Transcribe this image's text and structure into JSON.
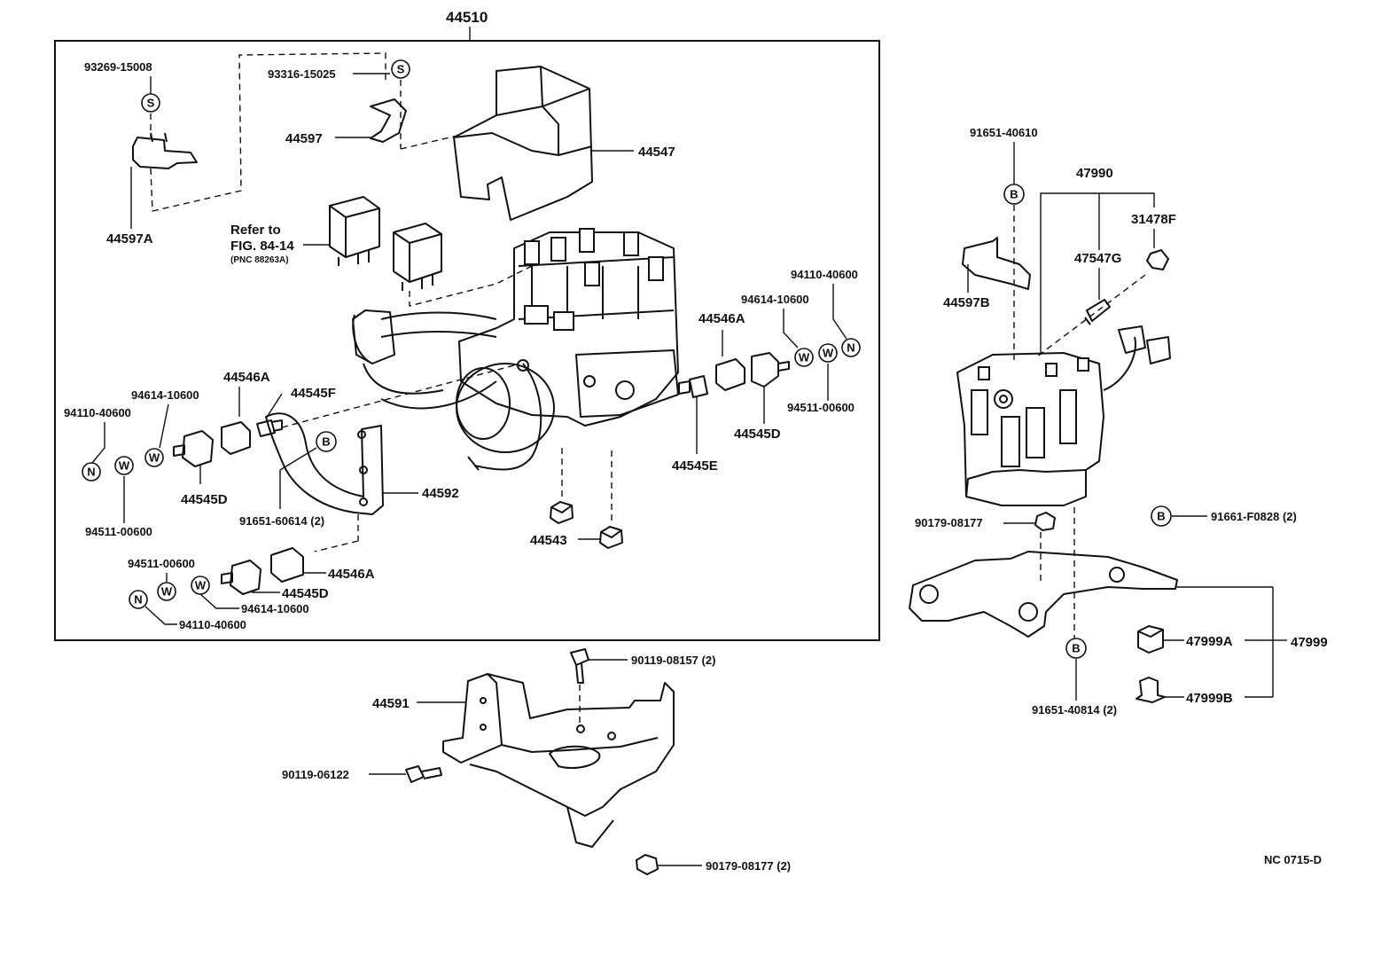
{
  "labels": {
    "assembly": "44510",
    "p93269": "93269-15008",
    "p93316": "93316-15025",
    "p44597": "44597",
    "p44597A": "44597A",
    "p44547": "44547",
    "refer1": "Refer to",
    "refer2": "FIG. 84-14",
    "refer3": "(PNC 88263A)",
    "p94110_r": "94110-40600",
    "p94614_r": "94614-10600",
    "p44546A_r": "44546A",
    "p94511_r": "94511-00600",
    "p44545D_r": "44545D",
    "p44545E": "44545E",
    "p44546A_l": "44546A",
    "p44545F": "44545F",
    "p94614_l": "94614-10600",
    "p94110_l": "94110-40600",
    "p44545D_l": "44545D",
    "p94511_l": "94511-00600",
    "p91651_60614": "91651-60614 (2)",
    "p44592": "44592",
    "p44543": "44543",
    "p94511_b": "94511-00600",
    "p44546A_b": "44546A",
    "p44545D_b": "44545D",
    "p94614_b": "94614-10600",
    "p94110_b": "94110-40600",
    "p90119_08157": "90119-08157 (2)",
    "p44591": "44591",
    "p90119_06122": "90119-06122",
    "p90179_08177_b": "90179-08177 (2)",
    "p91651_40610": "91651-40610",
    "p47990": "47990",
    "p31478F": "31478F",
    "p47547G": "47547G",
    "p44597B": "44597B",
    "p90179_08177_r": "90179-08177",
    "p91661_F0828": "91661-F0828 (2)",
    "p47999A": "47999A",
    "p47999": "47999",
    "p47999B": "47999B",
    "p91651_40814": "91651-40814 (2)",
    "code": "NC 0715-D"
  },
  "symbols": {
    "S": "S",
    "B": "B",
    "W": "W",
    "N": "N"
  }
}
